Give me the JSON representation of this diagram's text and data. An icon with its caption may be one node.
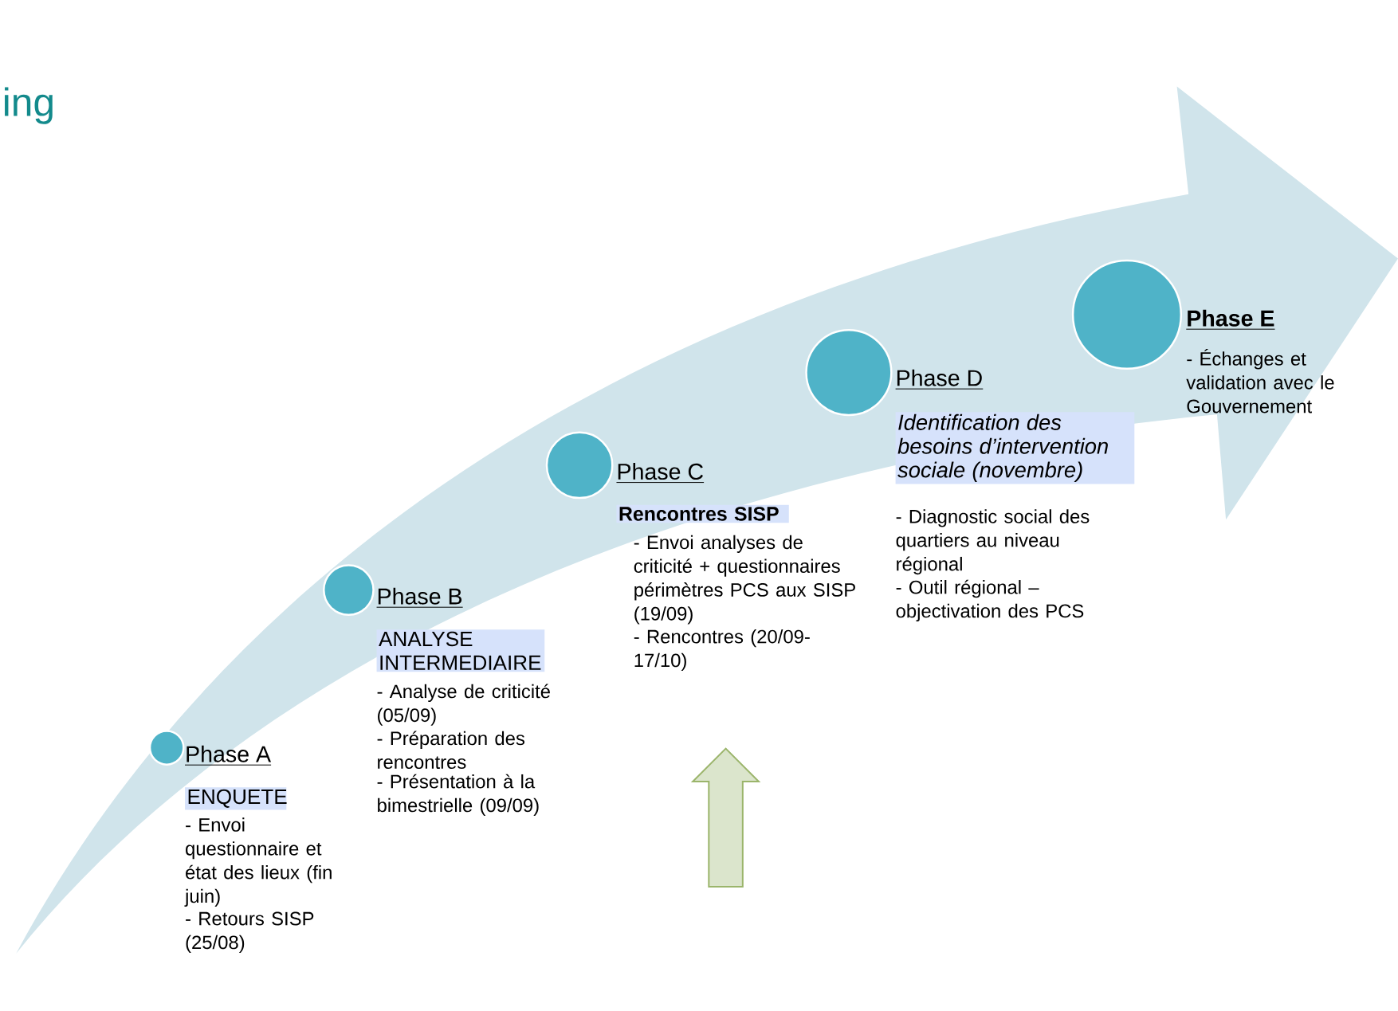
{
  "diagram": {
    "title": "ing",
    "nodes": [
      {
        "text": [],
        "shape": "circle",
        "beside": [
          "Phase A",
          "ENQUETE",
          "- Envoi questionnaire et état des lieux (fin juin)",
          "- Retours SISP (25/08)"
        ]
      },
      {
        "text": [],
        "shape": "circle",
        "beside": [
          "Phase B",
          "ANALYSE INTERMEDIAIRE",
          "- Analyse de criticité (05/09)",
          "- Préparation des rencontres",
          "- Présentation à la bimestrielle (09/09)"
        ]
      },
      {
        "text": [],
        "shape": "circle",
        "beside": [
          "Phase C",
          "Rencontres SISP",
          "- Envoi analyses de criticité + questionnaires périmètres PCS aux SISP (19/09)",
          "- Rencontres (20/09-17/10)"
        ]
      },
      {
        "text": [],
        "shape": "circle",
        "beside": [
          "Phase D",
          "Identification des besoins d’intervention sociale (novembre)",
          "- Diagnostic social des quartiers au niveau régional",
          "- Outil régional – objectivation des PCS"
        ]
      },
      {
        "text": [],
        "shape": "circle",
        "beside": [
          "Phase E",
          "- Échanges et validation avec le Gouvernement"
        ]
      }
    ],
    "edges": []
  }
}
